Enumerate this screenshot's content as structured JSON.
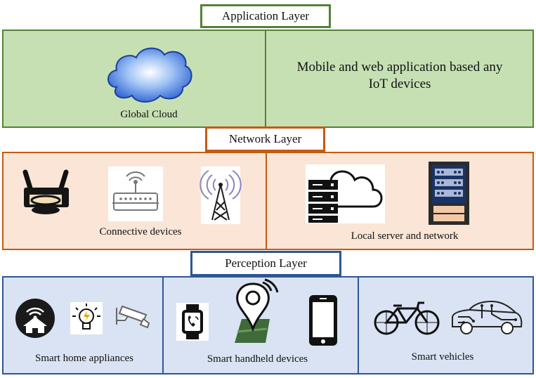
{
  "application_layer": {
    "title": "Application Layer",
    "cloud_caption": "Global Cloud",
    "description_line1": "Mobile and web application based any",
    "description_line2": "IoT devices",
    "colors": {
      "fill": "#c6e0b4",
      "border": "#548235"
    }
  },
  "network_layer": {
    "title": "Network Layer",
    "connective_caption": "Connective devices",
    "server_caption": "Local server and network",
    "colors": {
      "fill": "#fbe5d6",
      "border": "#c55a11"
    }
  },
  "perception_layer": {
    "title": "Perception Layer",
    "home_caption": "Smart home appliances",
    "handheld_caption": "Smart handheld devices",
    "vehicles_caption": "Smart vehicles",
    "colors": {
      "fill": "#dae3f3",
      "border": "#2f5597"
    }
  },
  "icons": [
    "cloud-icon",
    "router-icon",
    "modem-icon",
    "antenna-tower-icon",
    "server-cloud-icon",
    "server-rack-icon",
    "smart-home-icon",
    "light-bulb-icon",
    "security-camera-icon",
    "smartwatch-icon",
    "map-pin-icon",
    "smartphone-icon",
    "bicycle-icon",
    "connected-car-icon"
  ]
}
